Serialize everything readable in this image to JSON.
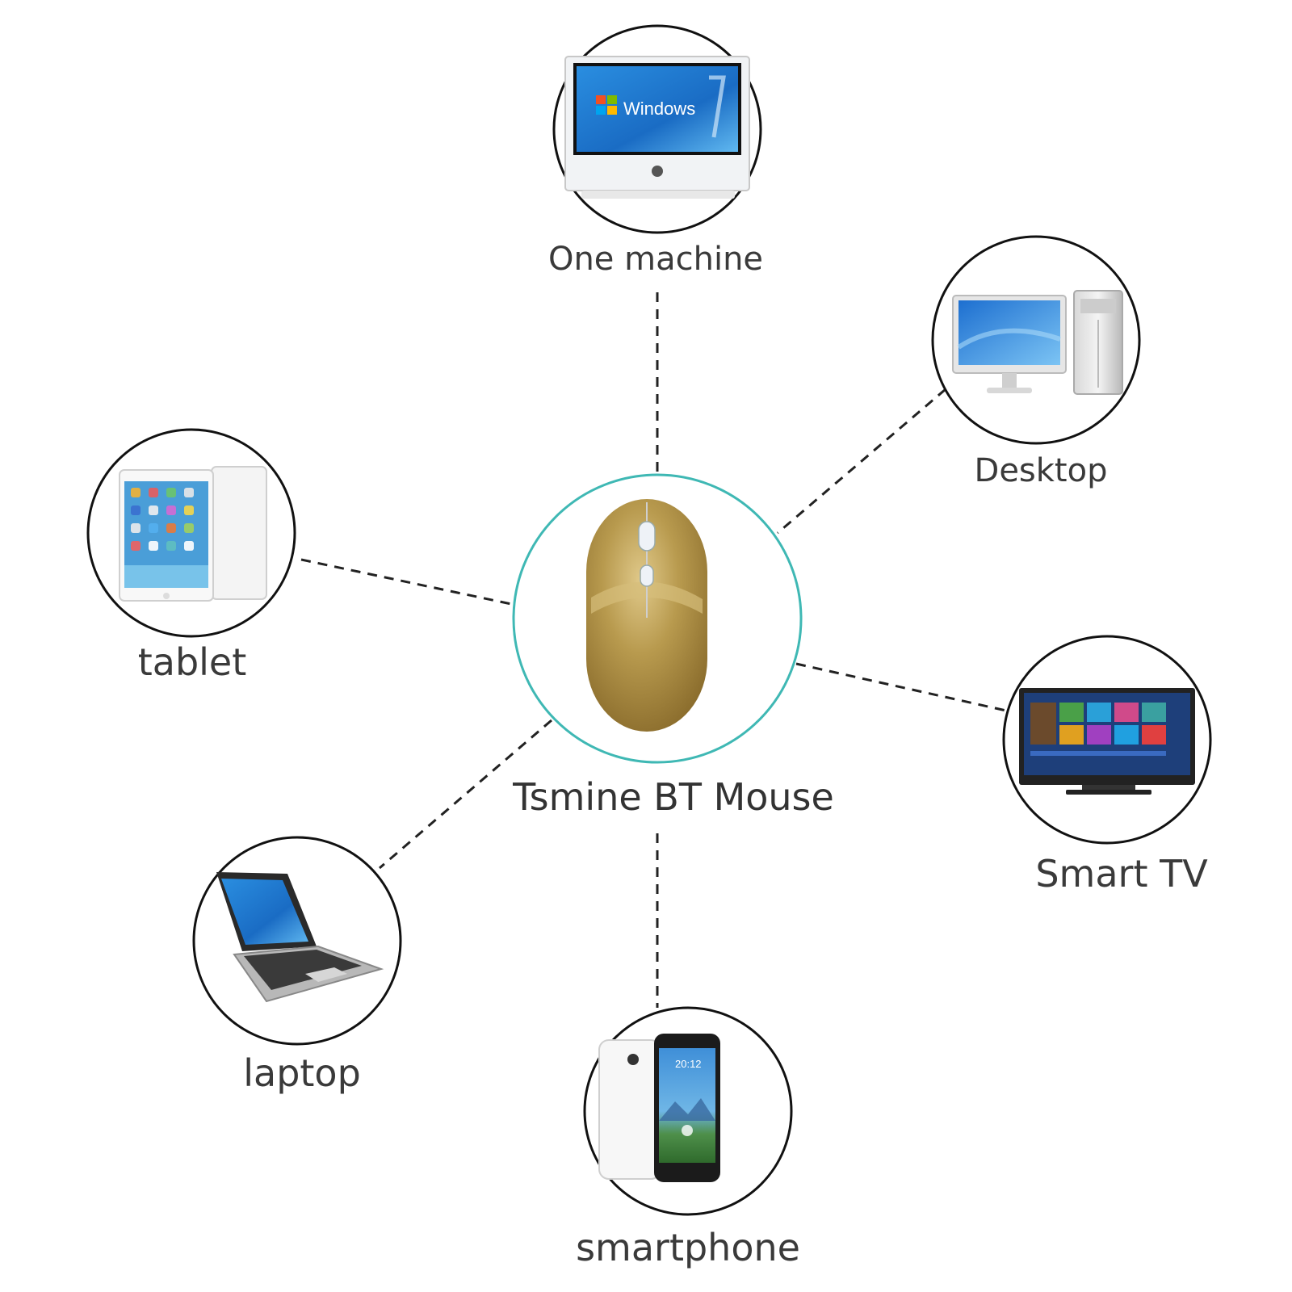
{
  "center": {
    "label": "Tsmine BT Mouse",
    "ring_color": "#3fb8b4",
    "mouse_color": "#b89a4e"
  },
  "devices": {
    "one_machine": {
      "label": "One machine",
      "screen_text": "Windows"
    },
    "desktop": {
      "label": "Desktop"
    },
    "tablet": {
      "label": "tablet"
    },
    "smart_tv": {
      "label": "Smart TV"
    },
    "laptop": {
      "label": "laptop"
    },
    "smartphone": {
      "label": "smartphone",
      "clock_text": "20:12"
    }
  }
}
